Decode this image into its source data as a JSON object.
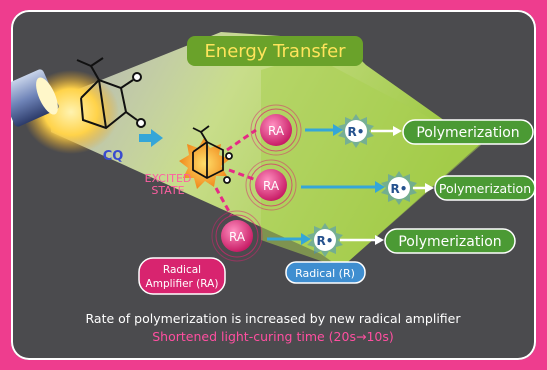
{
  "title": "Energy Transfer",
  "molecule_label": "CQ",
  "excited_label": {
    "line1": "EXCITED",
    "line2": "STATE"
  },
  "amplifier_node_label": "RA",
  "radical_node_label": "R•",
  "product_label": "Polymerization",
  "amplifier_pill": {
    "line1": "Radical",
    "line2": "Amplifier (RA)"
  },
  "radical_pill": "Radical (R)",
  "caption": {
    "line1": "Rate of polymerization is increased by new radical amplifier",
    "line2": "Shortened light-curing time (20s→10s)"
  },
  "colors": {
    "page_border": "#ee3d8e",
    "panel": "#4b4b4e",
    "arrow": "#a9cf52",
    "title_banner": "#6aa22a",
    "title_text": "#ffe45c",
    "ra_node": "#d8246f",
    "radical_node": "#3f8ed0",
    "product": "#4b9a34",
    "accent_pink": "#ee3d8e"
  },
  "icons": [
    "flashlight-icon",
    "camphorquinone-molecule-icon",
    "excited-molecule-icon",
    "starburst-icon"
  ]
}
